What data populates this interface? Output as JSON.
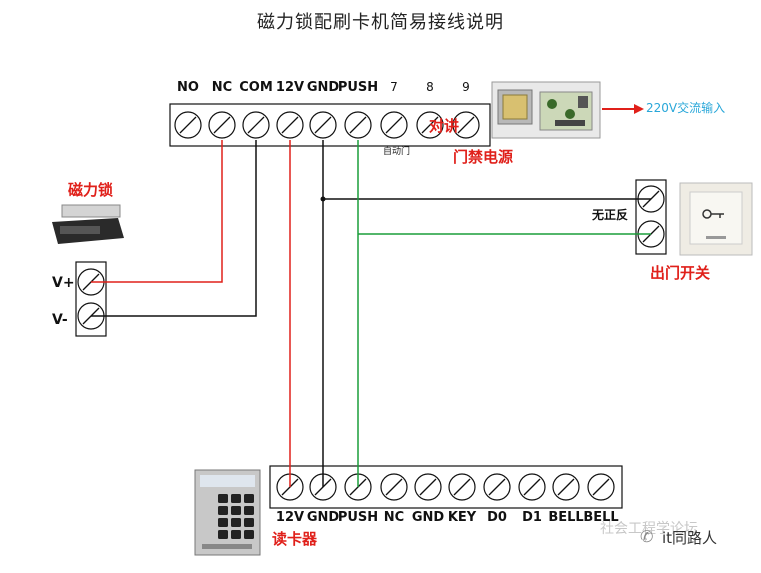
{
  "title": "磁力锁配刷卡机简易接线说明",
  "top_terminals": [
    "NO",
    "NC",
    "COM",
    "12V",
    "GND",
    "PUSH",
    "7",
    "8",
    "9"
  ],
  "bottom_terminals": [
    "12V",
    "GND",
    "PUSH",
    "NC",
    "GND",
    "KEY",
    "D0",
    "D1",
    "BELL",
    "BELL"
  ],
  "labels": {
    "intercom": "对讲",
    "auto_door": "自动门",
    "power_supply": "门禁电源",
    "ac_input": "220V交流输入",
    "mag_lock": "磁力锁",
    "v_plus": "V+",
    "v_minus": "V-",
    "no_polarity": "无正反",
    "exit_switch": "出门开关",
    "card_reader": "读卡器",
    "watermark_cn": "it同路人",
    "watermark_bg": "社会工程学论坛"
  },
  "colors": {
    "red_wire": "#e0201a",
    "black_wire": "#111111",
    "green_wire": "#1a9e3a",
    "label_red": "#e0201a",
    "label_blue": "#29a7d9"
  }
}
